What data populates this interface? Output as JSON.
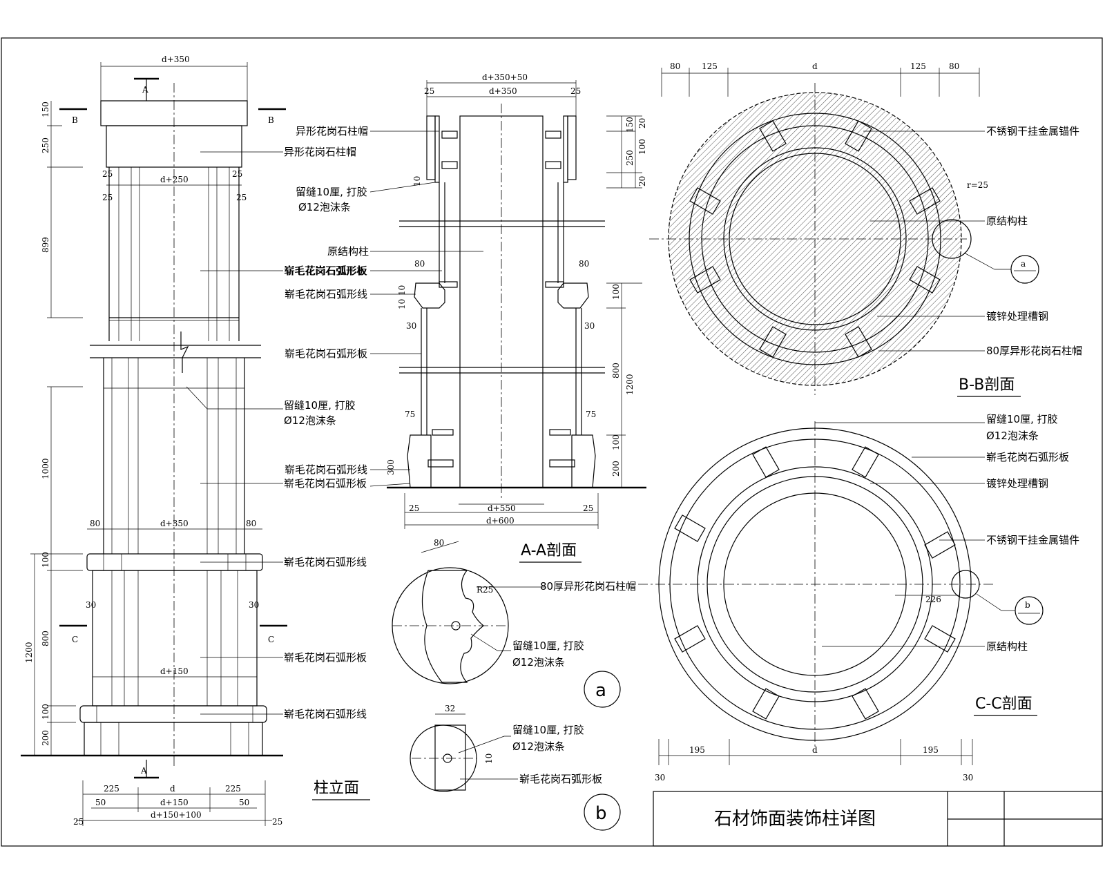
{
  "title_block": {
    "drawing_title": "石材饰面装饰柱详图"
  },
  "views": {
    "elevation": {
      "title": "柱立面"
    },
    "section_aa": {
      "title": "A-A剖面"
    },
    "section_bb": {
      "title": "B-B剖面"
    },
    "section_cc": {
      "title": "C-C剖面"
    },
    "detail_a": {
      "marker": "a"
    },
    "detail_b": {
      "marker": "b"
    }
  },
  "section_marks": {
    "a": "A",
    "b": "B",
    "c": "C"
  },
  "ref_bubbles": {
    "a": "a",
    "b": "b"
  },
  "labels": {
    "cap": "异形花岗石柱帽",
    "joint1": "留缝10厘, 打胶",
    "joint2": "Ø12泡沫条",
    "structure": "原结构柱",
    "panel": "崭毛花岗石弧形板",
    "moulding": "崭毛花岗石弧形线",
    "anchor": "不锈钢干挂金属锚件",
    "channel": "镀锌处理槽钢",
    "cap80": "80厚异形花岗石柱帽",
    "cap80b": "80厚异形花岗石柱帽"
  },
  "dims": {
    "e_top": "d+350",
    "e_150": "150",
    "e_250": "250",
    "e_899": "899",
    "e_d250": "d+250",
    "e_25": "25",
    "e_1000": "1000",
    "e_d350b": "d+350",
    "e_80": "80",
    "e_100": "100",
    "e_30": "30",
    "e_800": "800",
    "e_1200": "1200",
    "e_d150": "d+150",
    "e_200": "200",
    "e_225": "225",
    "e_d": "d",
    "e_50": "50",
    "e_d150b": "d+150",
    "e_d250b": "d+150+100",
    "a_top1": "d+350+50",
    "a_top2": "d+350",
    "a_20": "20",
    "a_10": "10",
    "a_75": "75",
    "a_300": "300",
    "a_bot1": "d+550",
    "a_bot2": "d+600",
    "b_80": "80",
    "b_125": "125",
    "b_d": "d",
    "b_r25": "r=25",
    "c_195": "195",
    "c_d": "d",
    "c_30": "30",
    "c_226": "226",
    "da_80": "80",
    "da_r25": "R25",
    "db_32": "32"
  }
}
